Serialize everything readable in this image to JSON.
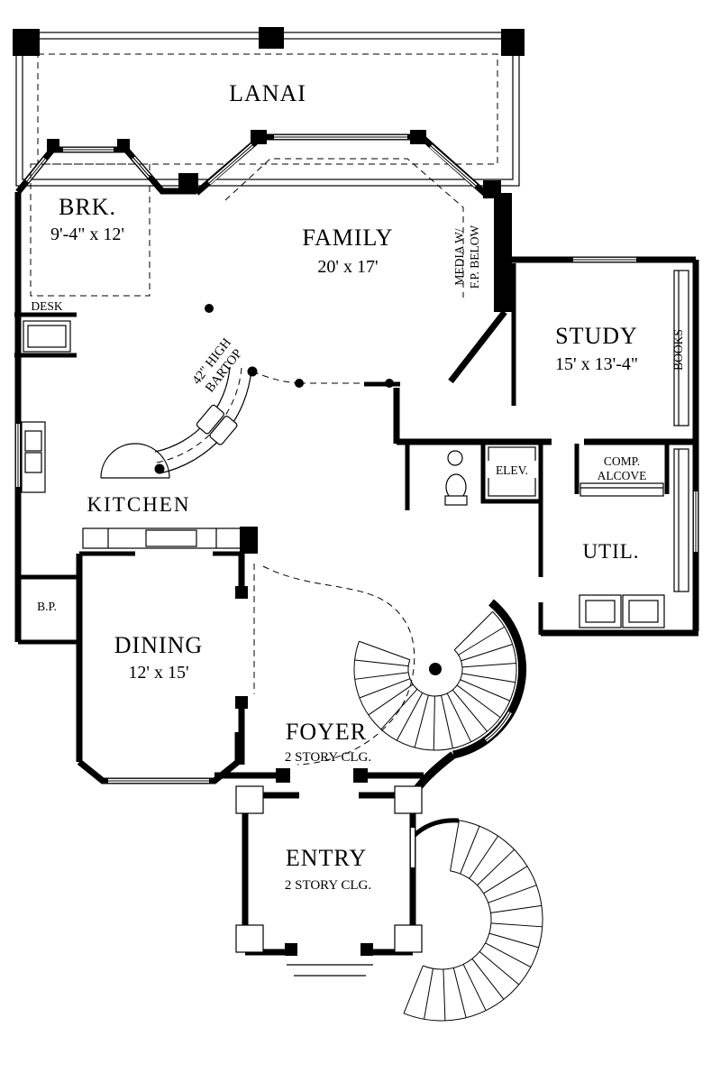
{
  "rooms": {
    "lanai": {
      "name": "LANAI"
    },
    "breakfast": {
      "name": "BRK.",
      "dims": "9'-4\" x 12'"
    },
    "family": {
      "name": "FAMILY",
      "dims": "20' x  17'"
    },
    "study": {
      "name": "STUDY",
      "dims": "15' x 13'-4\""
    },
    "kitchen": {
      "name": "KITCHEN"
    },
    "dining": {
      "name": "DINING",
      "dims": "12' x 15'"
    },
    "foyer": {
      "name": "FOYER",
      "note": "2 STORY CLG."
    },
    "entry": {
      "name": "ENTRY",
      "note": "2 STORY CLG."
    },
    "utility": {
      "name": "UTIL."
    },
    "elevator": {
      "name": "ELEV."
    }
  },
  "annotations": {
    "media": {
      "line1": "MEDIA W/",
      "line2": "F.P. BELOW"
    },
    "books": "BOOKS",
    "desk": "DESK",
    "bartop": {
      "line1": "42\" HIGH",
      "line2": "BARTOP"
    },
    "comp_alcove": {
      "line1": "COMP.",
      "line2": "ALCOVE"
    },
    "butlers_pantry": "B.P."
  },
  "colors": {
    "wall": "#000000",
    "background": "#ffffff",
    "line": "#000000"
  }
}
